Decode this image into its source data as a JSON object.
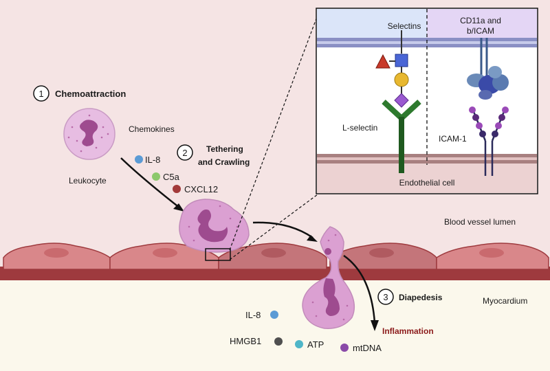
{
  "steps": [
    {
      "number": "1",
      "label": "Chemoattraction"
    },
    {
      "number": "2",
      "label_line1": "Tethering",
      "label_line2": "and Crawling"
    },
    {
      "number": "3",
      "label": "Diapedesis"
    }
  ],
  "labels": {
    "chemokines": "Chemokines",
    "leukocyte": "Leukocyte",
    "blood_vessel_lumen": "Blood vessel lumen",
    "myocardium": "Myocardium",
    "inflammation": "Inflammation"
  },
  "chemokine_items": [
    {
      "label": "IL-8",
      "color": "#5b9bd5"
    },
    {
      "label": "C5a",
      "color": "#8cc86c"
    },
    {
      "label": "CXCL12",
      "color": "#a33a3a"
    }
  ],
  "damps": [
    {
      "label": "IL-8",
      "color": "#5b9bd5"
    },
    {
      "label": "HMGB1",
      "color": "#4f4f4f"
    },
    {
      "label": "ATP",
      "color": "#4fb6c8"
    },
    {
      "label": "mtDNA",
      "color": "#8a4aa8"
    }
  ],
  "inset": {
    "selectins": "Selectins",
    "cd11_line1": "CD11a and",
    "cd11_line2": "b/ICAM",
    "l_selectin": "L-selectin",
    "icam1": "ICAM-1",
    "endothelial_cell": "Endothelial cell"
  },
  "colors": {
    "lumen_bg": "#f5e4e4",
    "myocardium_bg": "#fbf8ec",
    "endothelium": "#d9878a",
    "basement": "#9e3a3e",
    "cell_fill": "#dba0d2",
    "nucleus": "#9e4b8f",
    "inflammation": "#8b1a1a"
  }
}
